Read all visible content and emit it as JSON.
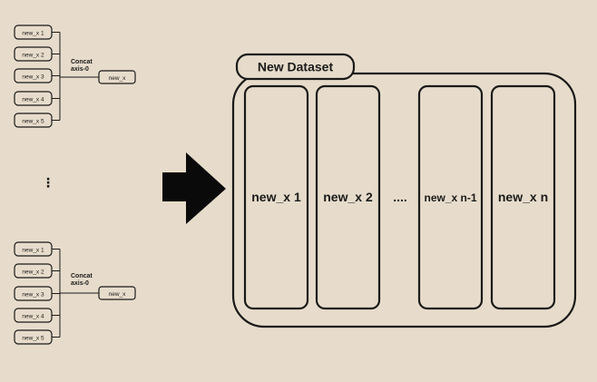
{
  "diagram": {
    "groups": [
      {
        "inputs": [
          "new_x 1",
          "new_x 2",
          "new_x 3",
          "new_x 4",
          "new_x 5"
        ],
        "concat_title": "Concat",
        "concat_axis": "axis-0",
        "output": "new_x"
      },
      {
        "inputs": [
          "new_x 1",
          "new_x 2",
          "new_x 3",
          "new_x 4",
          "new_x 5"
        ],
        "concat_title": "Concat",
        "concat_axis": "axis-0",
        "output": "new_x"
      }
    ],
    "vertical_ellipsis": "⋮",
    "dataset": {
      "title": "New Dataset",
      "columns": [
        "new_x 1",
        "new_x 2",
        "....",
        "new_x n-1",
        "new_x n"
      ]
    }
  }
}
